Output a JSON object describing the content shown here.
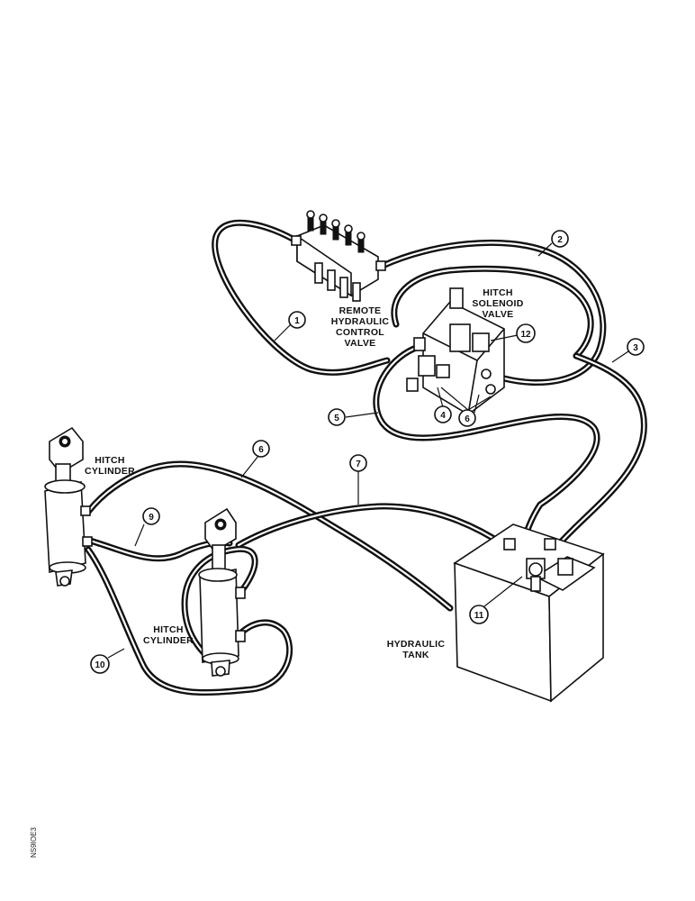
{
  "labels": {
    "remote_valve": [
      "REMOTE",
      "HYDRAULIC",
      "CONTROL",
      "VALVE"
    ],
    "solenoid_valve": [
      "HITCH",
      "SOLENOID",
      "VALVE"
    ],
    "hitch_cylinder_left": [
      "HITCH",
      "CYLINDER"
    ],
    "hitch_cylinder_center": [
      "HITCH",
      "CYLINDER"
    ],
    "hydraulic_tank": [
      "HYDRAULIC",
      "TANK"
    ]
  },
  "callouts": [
    "1",
    "2",
    "3",
    "4",
    "5",
    "6",
    "6",
    "7",
    "9",
    "10",
    "11",
    "12"
  ],
  "side_code": "NS9IOE3"
}
